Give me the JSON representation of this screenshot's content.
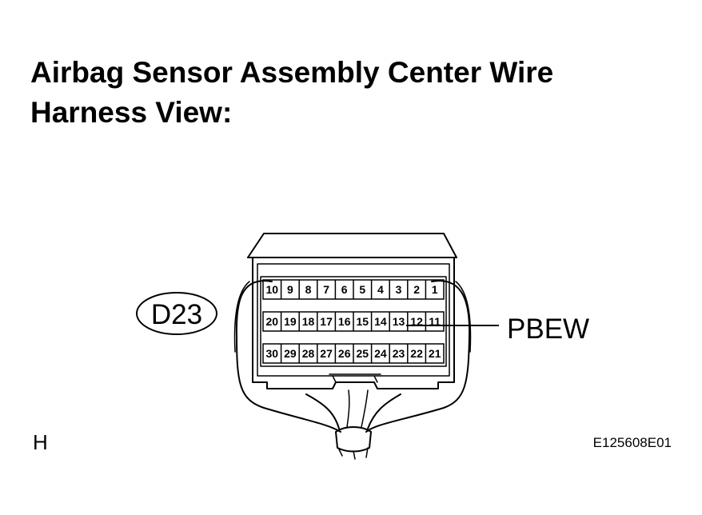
{
  "title": {
    "line1": "Airbag Sensor Assembly Center Wire",
    "line2": "Harness View:"
  },
  "connector": {
    "code": "D23",
    "pins_row1": [
      "10",
      "9",
      "8",
      "7",
      "6",
      "5",
      "4",
      "3",
      "2",
      "1"
    ],
    "pins_row2": [
      "20",
      "19",
      "18",
      "17",
      "16",
      "15",
      "14",
      "13",
      "12",
      "11"
    ],
    "pins_row3": [
      "30",
      "29",
      "28",
      "27",
      "26",
      "25",
      "24",
      "23",
      "22",
      "21"
    ]
  },
  "callout": {
    "label": "PBEW",
    "pin": "13"
  },
  "corner_letter": "H",
  "figure_code": "E125608E01"
}
